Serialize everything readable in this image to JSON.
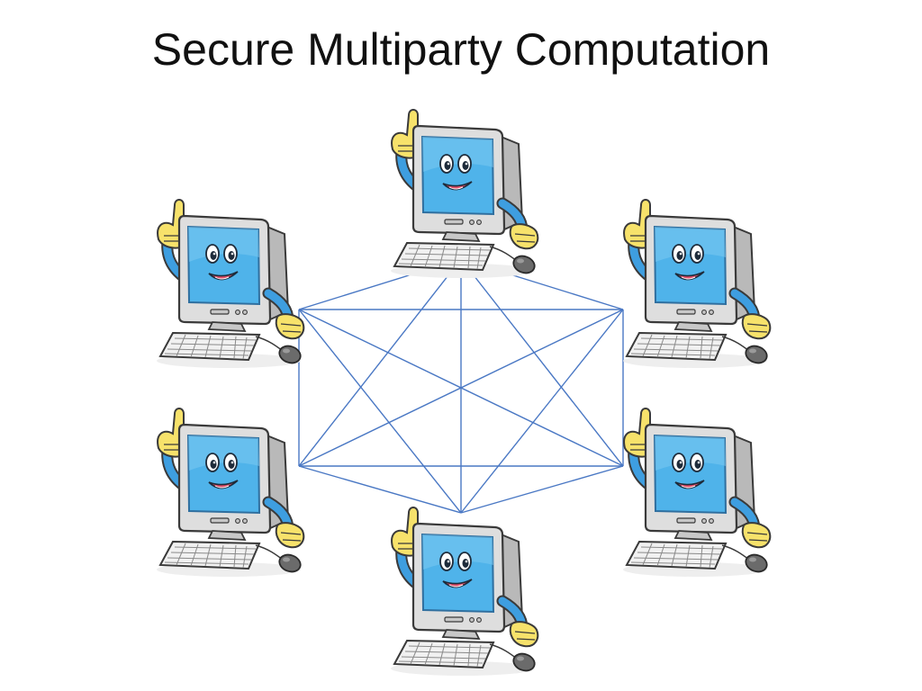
{
  "slide": {
    "title": "Secure Multiparty Computation"
  },
  "diagram": {
    "party_count": 6,
    "topology": "complete-graph",
    "party_icon": "cartoon-computer-icon",
    "colors": {
      "edge": "#4a78c4",
      "screen": "#4fb3ea",
      "screen_dark": "#2f8fd0",
      "monitor": "#dedede",
      "monitor_shade": "#b9b9b9",
      "outline": "#3a3a3a",
      "glove": "#f7e26b",
      "arm": "#3e9ee0",
      "keyboard": "#f1f1f1",
      "mouse": "#6b6b6b",
      "mouth": "#e2506a"
    }
  }
}
